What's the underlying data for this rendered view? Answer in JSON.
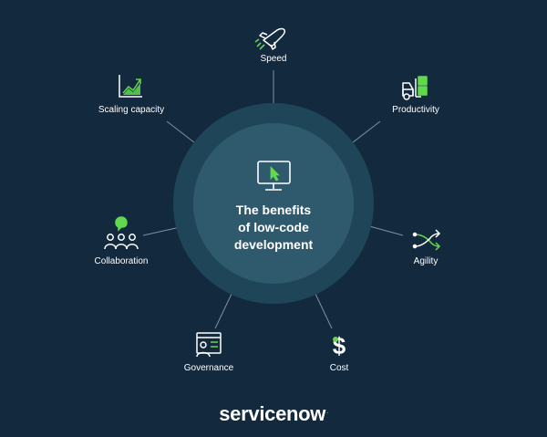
{
  "diagram": {
    "center": {
      "title_line1": "The benefits",
      "title_line2": "of low-code",
      "title_line3": "development"
    },
    "benefits": [
      {
        "label": "Speed",
        "icon": "airplane-icon"
      },
      {
        "label": "Productivity",
        "icon": "forklift-icon"
      },
      {
        "label": "Agility",
        "icon": "shuffle-arrows-icon"
      },
      {
        "label": "Cost",
        "icon": "dollar-icon"
      },
      {
        "label": "Governance",
        "icon": "user-dashboard-icon"
      },
      {
        "label": "Collaboration",
        "icon": "team-chat-icon"
      },
      {
        "label": "Scaling capacity",
        "icon": "growth-chart-icon"
      }
    ],
    "center_icon": "monitor-cursor-icon"
  },
  "brand": {
    "name": "servicenow",
    "mark": "."
  },
  "colors": {
    "background": "#13293d",
    "outer_ring": "#1f4559",
    "inner_circle": "#2f5a6e",
    "accent_green": "#62d84e",
    "connector": "#7d93a3",
    "text": "#ffffff"
  }
}
